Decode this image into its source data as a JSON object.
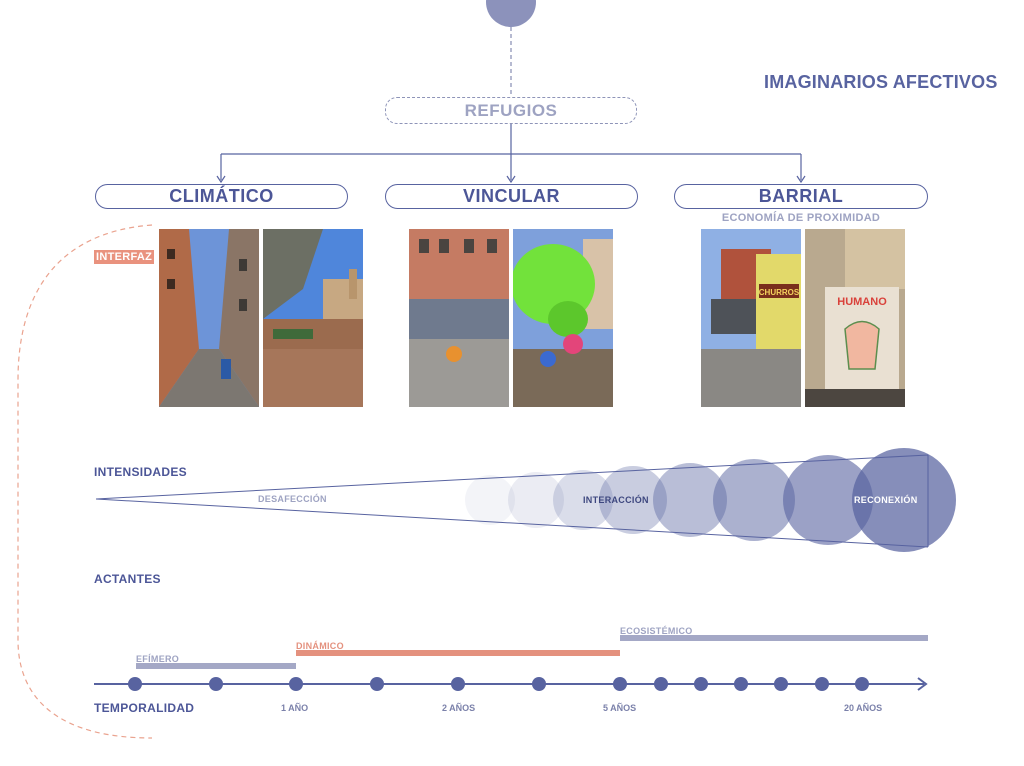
{
  "title": "IMAGINARIOS AFECTIVOS",
  "root": "REFUGIOS",
  "categories": [
    {
      "label": "CLIMÁTICO",
      "sub": ""
    },
    {
      "label": "VINCULAR",
      "sub": ""
    },
    {
      "label": "BARRIAL",
      "sub": "ECONOMÍA DE PROXIMIDAD"
    }
  ],
  "interfaz_label": "INTERFAZ",
  "photo_poster_text": "HUMANO",
  "photo_sign_text": "CHURROS",
  "rows": {
    "intensidades": "INTENSIDADES",
    "actantes": "ACTANTES",
    "temporalidad": "TEMPORALIDAD"
  },
  "intensity_labels": {
    "start": "DESAFECCIÓN",
    "middle": "INTERACCIÓN",
    "end": "RECONEXIÓN"
  },
  "actants": [
    {
      "label": "EFÍMERO",
      "color": "#a4a8c6"
    },
    {
      "label": "DINÁMICO",
      "color": "#e4917e"
    },
    {
      "label": "ECOSISTÉMICO",
      "color": "#a4a8c6"
    }
  ],
  "time_ticks": [
    "1 AÑO",
    "2 AÑOS",
    "5 AÑOS",
    "20 AÑOS"
  ],
  "colors": {
    "primary": "#5863a0",
    "accent": "#e9927e",
    "muted": "#9ea3c2"
  }
}
